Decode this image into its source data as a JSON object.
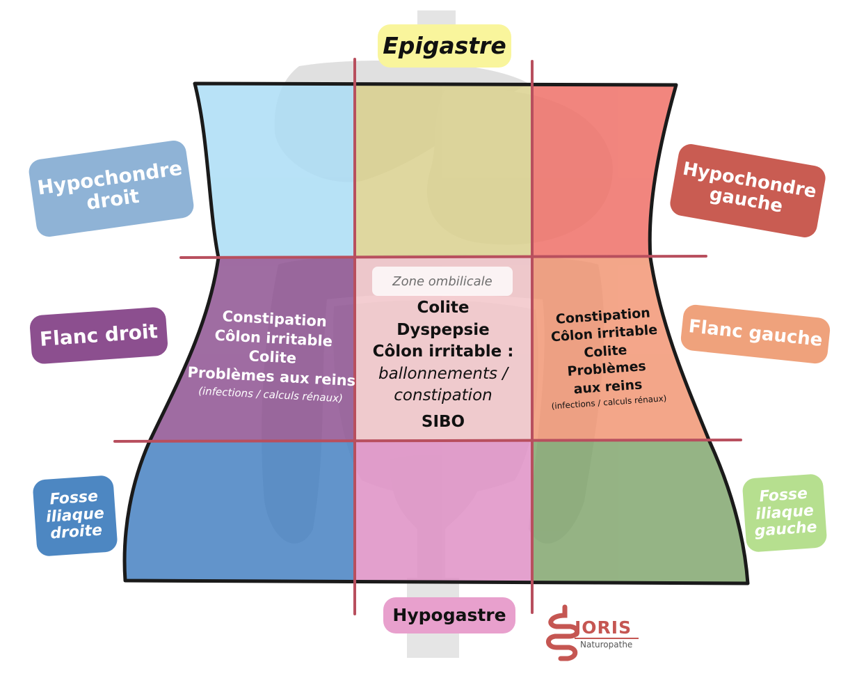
{
  "colors": {
    "hypochondre_droit": "#a8dcf5",
    "epigastre": "#d9cf8a",
    "hypochondre_gauche": "#ef6b62",
    "flanc_droit": "#8a4d8e",
    "ombilicale": "#f1c3c7",
    "flanc_gauche": "#f19370",
    "fosse_iliaque_droite": "#3f7dbf",
    "hypogastre": "#de8cc3",
    "fosse_iliaque_gauche": "#7ea36a",
    "grid_lines": "#b84f5e",
    "outline": "#1a1a1a"
  },
  "labels": {
    "epigastre": "Epigastre",
    "hypogastre": "Hypogastre",
    "hypochondre_droit": [
      "Hypochondre",
      "droit"
    ],
    "hypochondre_gauche": [
      "Hypochondre",
      "gauche"
    ],
    "flanc_droit": "Flanc droit",
    "flanc_gauche": "Flanc gauche",
    "fosse_iliaque_droite": [
      "Fosse",
      "iliaque",
      "droite"
    ],
    "fosse_iliaque_gauche": [
      "Fosse",
      "iliaque",
      "gauche"
    ]
  },
  "zones": {
    "flanc_droit": {
      "items": [
        "Constipation",
        "Côlon irritable",
        "Colite",
        "Problèmes aux reins"
      ],
      "note": "(infections / calculs rénaux)"
    },
    "ombilicale": {
      "title": "Zone ombilicale",
      "items": [
        "Colite",
        "Dyspepsie",
        "Côlon irritable :"
      ],
      "italic": [
        "ballonnements /",
        "constipation"
      ],
      "last": "SIBO"
    },
    "flanc_gauche": {
      "items": [
        "Constipation",
        "Côlon irritable",
        "Colite",
        "Problèmes",
        "aux reins"
      ],
      "note": "(infections / calculs rénaux)"
    }
  },
  "brand": {
    "name": "JORIS",
    "subtitle": "Naturopathe",
    "logo_icon": "intestine-icon"
  }
}
